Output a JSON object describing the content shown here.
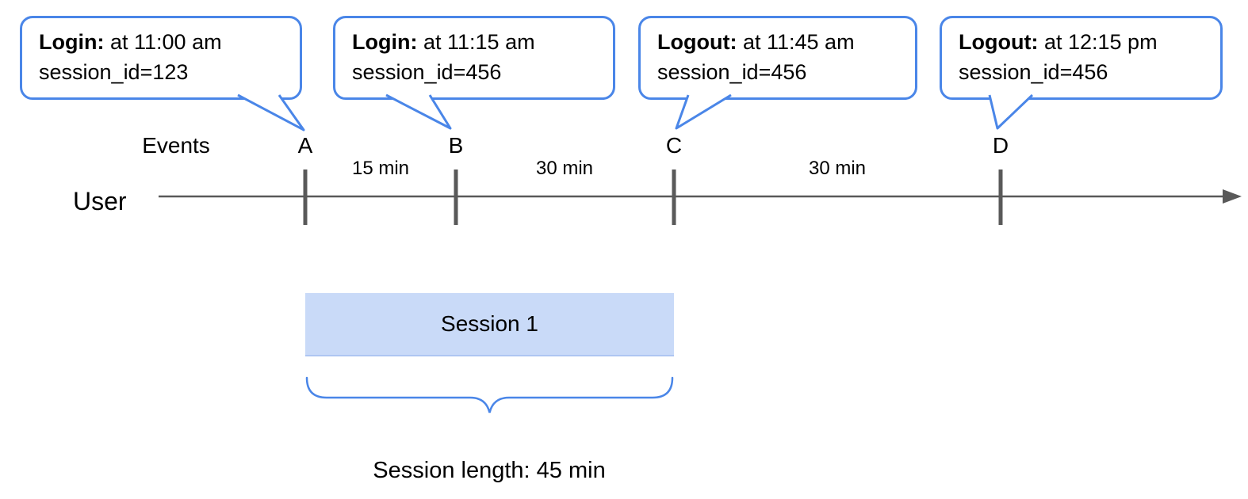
{
  "diagram": {
    "callouts": [
      {
        "event": "Login:",
        "time": "at 11:00 am",
        "session": "session_id=123"
      },
      {
        "event": "Login:",
        "time": "at 11:15 am",
        "session": "session_id=456"
      },
      {
        "event": "Logout:",
        "time": "at 11:45 am",
        "session": "session_id=456"
      },
      {
        "event": "Logout:",
        "time": "at 12:15 pm",
        "session": "session_id=456"
      }
    ],
    "events_label": "Events",
    "user_label": "User",
    "markers": [
      "A",
      "B",
      "C",
      "D"
    ],
    "intervals": [
      "15 min",
      "30 min",
      "30 min"
    ],
    "session_box_label": "Session 1",
    "session_length_label": "Session length: 45 min",
    "colors": {
      "callout_border": "#4a86e8",
      "callout_fill": "#ffffff",
      "session_box_fill": "#c9daf8",
      "brace_stroke": "#4a86e8",
      "timeline_stroke": "#595959",
      "tick_stroke": "#595959",
      "text": "#000000"
    }
  }
}
